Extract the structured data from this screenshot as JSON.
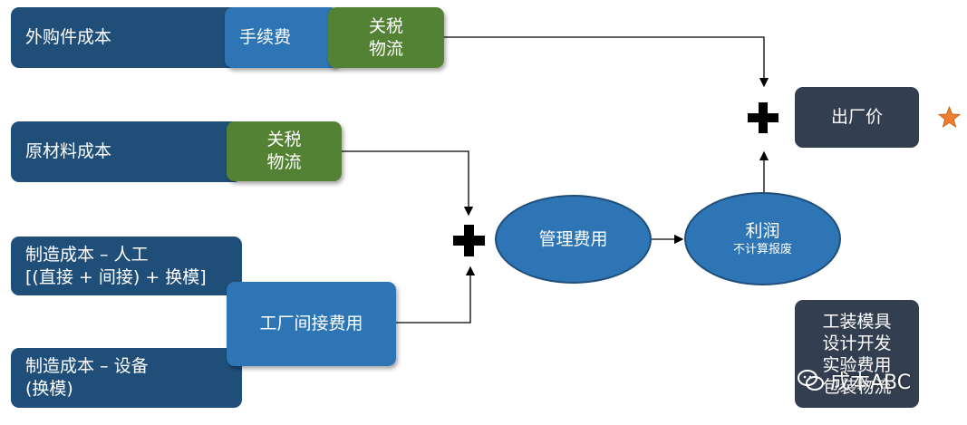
{
  "boxes": {
    "purchased_parts_cost": "外购件成本",
    "handling_fee": "手续费",
    "tariff_logistics_top": [
      "关税",
      "物流"
    ],
    "raw_material_cost": "原材料成本",
    "tariff_logistics_mid": [
      "关税",
      "物流"
    ],
    "mfg_labor": [
      "制造成本 – 人工",
      "[(直接 + 间接) + 换模]"
    ],
    "factory_indirect": "工厂间接费用",
    "mfg_equipment": [
      "制造成本 – 设备",
      "(换模)"
    ],
    "management_fee": "管理费用",
    "profit": "利润",
    "profit_note": "不计算报废",
    "ex_factory_price": "出厂价",
    "tooling": [
      "工装模具",
      "设计开发",
      "实验费用",
      "包装物流"
    ]
  },
  "watermark": "成本ABC",
  "colors": {
    "dark_navy": "#1f4e79",
    "mid_blue": "#2e75b6",
    "green": "#548235",
    "slate": "#333f50",
    "star": "#ed7d31"
  },
  "icons": {
    "plus": "plus-icon",
    "star": "star-icon",
    "watermark": "wechat-icon"
  }
}
